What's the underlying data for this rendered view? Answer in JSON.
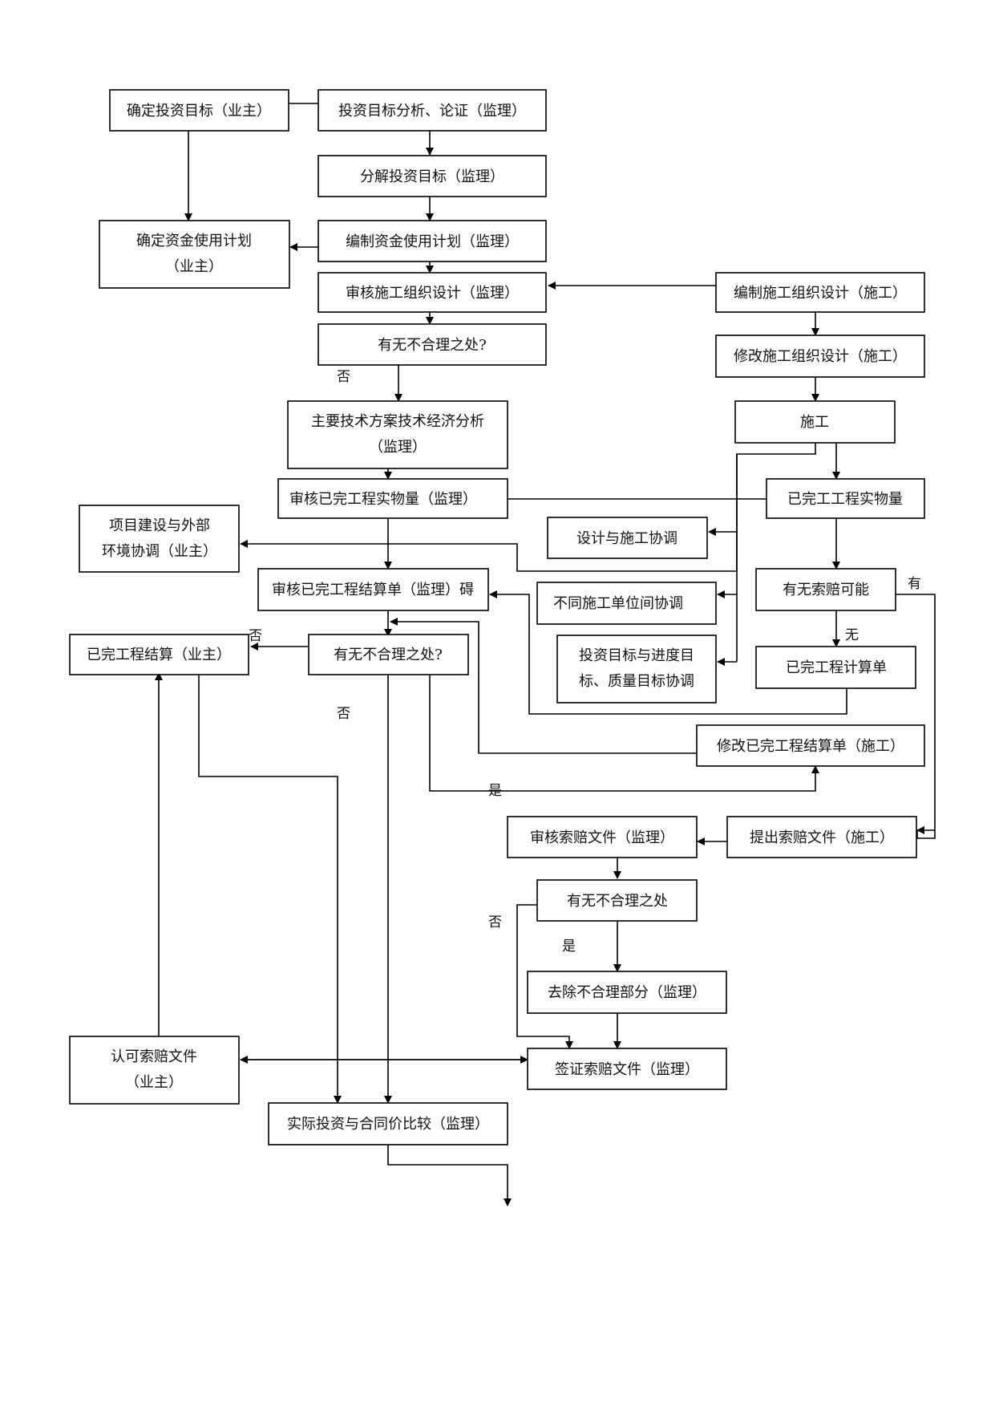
{
  "nodes": {
    "n1": "确定投资目标（业主）",
    "n2": "投资目标分析、论证（监理）",
    "n3": "分解投资目标（监理）",
    "n4": [
      "确定资金使用计划",
      "（业主）"
    ],
    "n5": "编制资金使用计划（监理）",
    "n6": "审核施工组织设计（监理）",
    "n7": "编制施工组织设计（施工）",
    "n8": "有无不合理之处?",
    "n9": "修改施工组织设计（施工）",
    "n10": [
      "主要技术方案技术经济分析",
      "（监理）"
    ],
    "n11": "施工",
    "n12": "审核已完工程实物量（监理）",
    "n13": "已完工工程实物量",
    "n14": [
      "项目建设与外部",
      "环境协调（业主）"
    ],
    "n15": "设计与施工协调",
    "n16": "审核已完工程结算单（监理）碍",
    "n17": "不同施工单位间协调",
    "n18": "有无索赔可能",
    "n19": "已完工程结算（业主）",
    "n20": "有无不合理之处?",
    "n21": [
      "投资目标与进度目",
      "标、质量目标协调"
    ],
    "n22": "已完工程计算单",
    "n23": "修改已完工程结算单（施工）",
    "n24": "审核索赔文件（监理）",
    "n25": "提出索赔文件（施工）",
    "n26": "有无不合理之处",
    "n27": "去除不合理部分（监理）",
    "n28": [
      "认可索赔文件",
      "（业主）"
    ],
    "n29": "签证索赔文件（监理）",
    "n30": "实际投资与合同价比较（监理）"
  },
  "labels": {
    "no1": "否",
    "no2": "否",
    "no3": "否",
    "no4": "否",
    "yes1": "是",
    "yes2": "是",
    "have": "有",
    "none": "无"
  }
}
